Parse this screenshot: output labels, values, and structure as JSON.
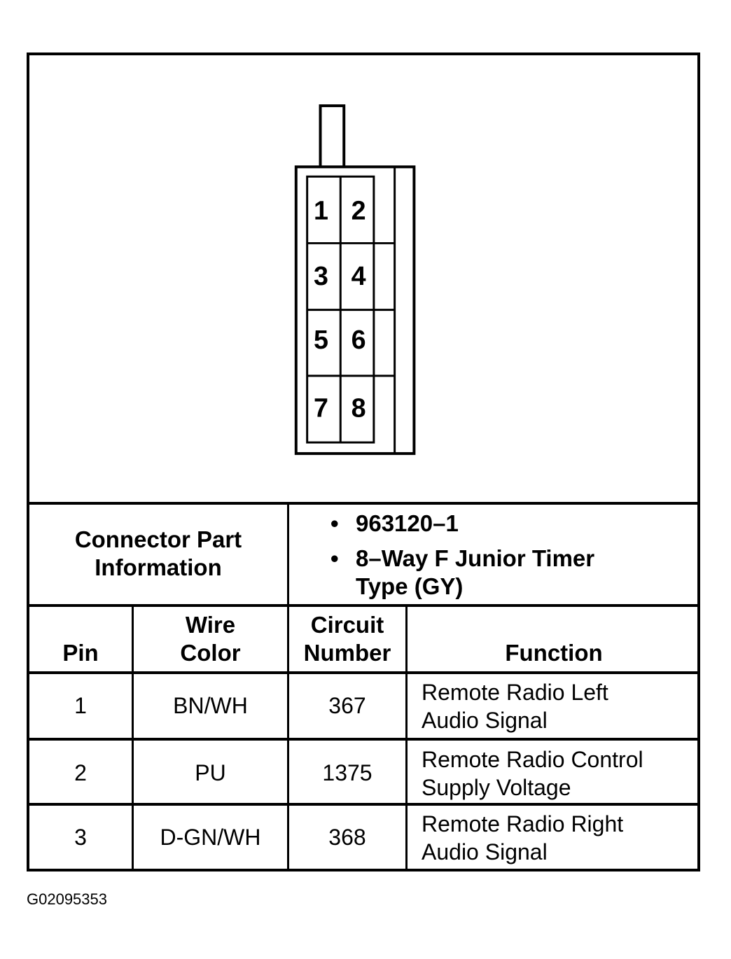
{
  "connector": {
    "pins": [
      "1",
      "2",
      "3",
      "4",
      "5",
      "6",
      "7",
      "8"
    ]
  },
  "part_info": {
    "label_line1": "Connector Part",
    "label_line2": "Information",
    "bullets": [
      {
        "mark": "•",
        "lines": [
          "963120–1"
        ]
      },
      {
        "mark": "•",
        "lines": [
          "8–Way F Junior Timer",
          "Type (GY)"
        ]
      }
    ]
  },
  "table": {
    "headers": {
      "pin": "Pin",
      "wire_color": [
        "Wire",
        "Color"
      ],
      "circuit_number": [
        "Circuit",
        "Number"
      ],
      "function": "Function"
    },
    "rows": [
      {
        "pin": "1",
        "wire_color": "BN/WH",
        "circuit": "367",
        "function": [
          "Remote Radio Left",
          "Audio Signal"
        ]
      },
      {
        "pin": "2",
        "wire_color": "PU",
        "circuit": "1375",
        "function": [
          "Remote Radio Control",
          "Supply Voltage"
        ]
      },
      {
        "pin": "3",
        "wire_color": "D-GN/WH",
        "circuit": "368",
        "function": [
          "Remote Radio Right",
          "Audio Signal"
        ]
      }
    ]
  },
  "caption": "G02095353"
}
